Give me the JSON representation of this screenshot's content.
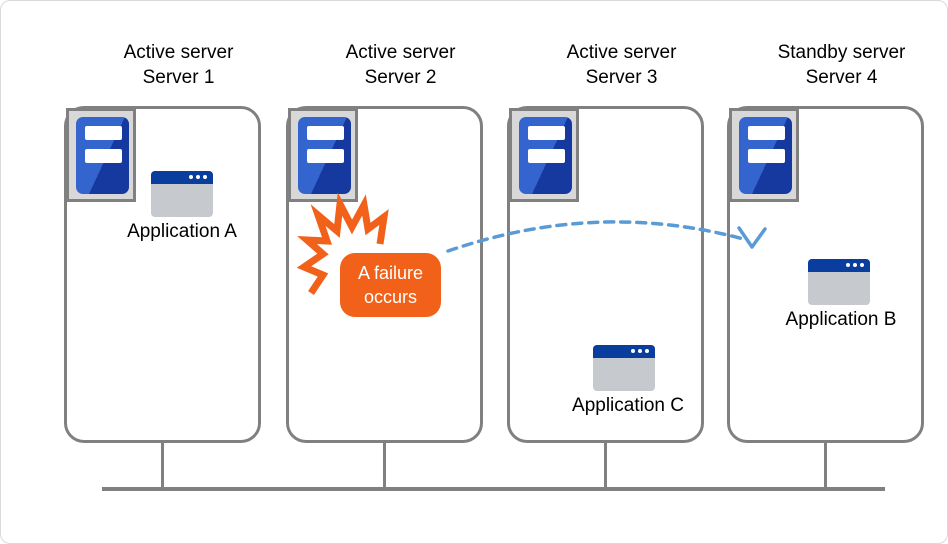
{
  "servers": [
    {
      "role": "Active server",
      "name": "Server 1",
      "app": "Application A"
    },
    {
      "role": "Active server",
      "name": "Server 2",
      "app": null
    },
    {
      "role": "Active server",
      "name": "Server 3",
      "app": "Application C"
    },
    {
      "role": "Standby server",
      "name": "Server 4",
      "app": "Application B"
    }
  ],
  "callout": {
    "line1": "A failure",
    "line2": "occurs"
  },
  "icons": {
    "server": "server-tower-icon",
    "application": "app-window-icon",
    "failure": "failure-burst-icon",
    "failover": "failover-arrow-icon"
  },
  "colors": {
    "orange": "#f2611a",
    "arrow": "#5b9bd5",
    "tower_light": "#3465cf",
    "tower_dark": "#16399f",
    "titlebar": "#0a3e9e",
    "app_body": "#c6c9cd",
    "panel": "#d8d8d8",
    "line": "#808080"
  }
}
